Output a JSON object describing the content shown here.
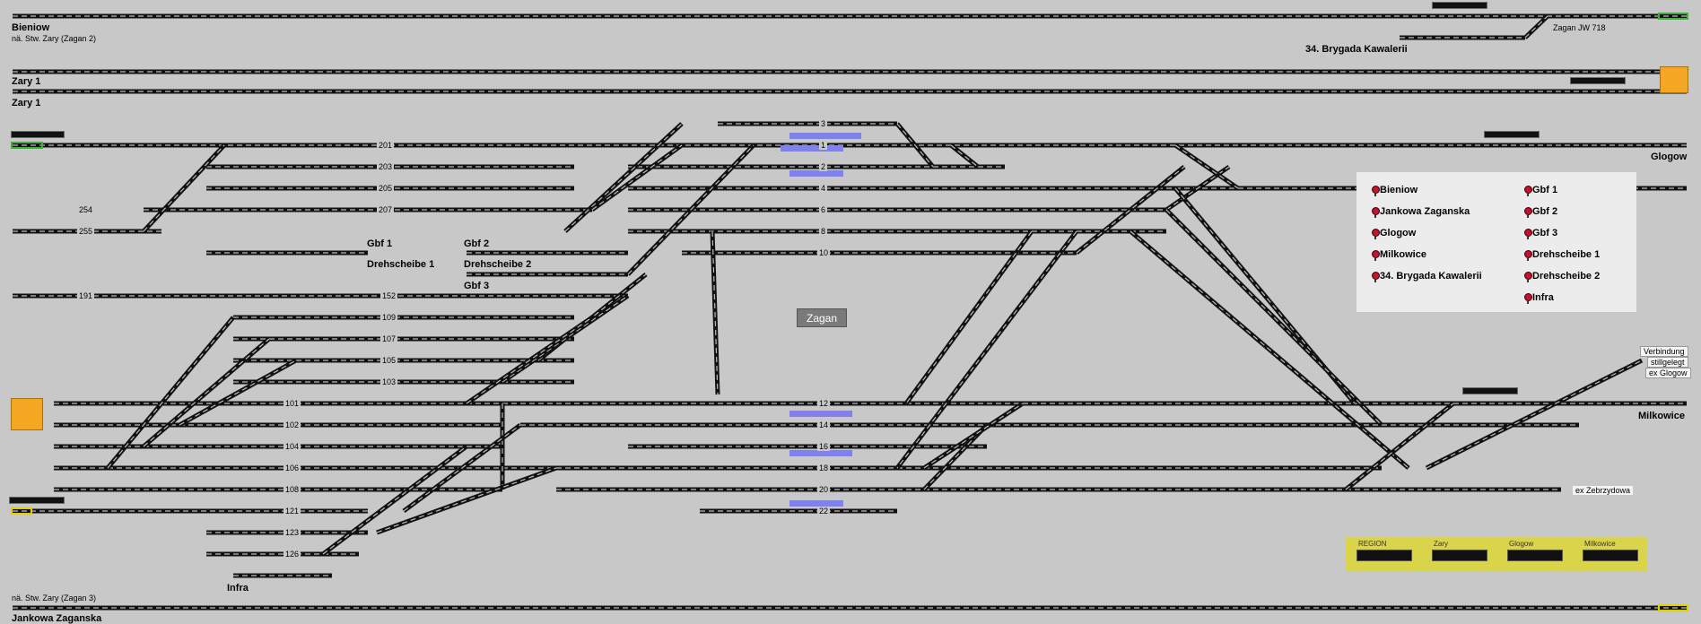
{
  "stations": {
    "bieniow": "Bieniow",
    "bieniow_sub": "nä. Stw. Zary (Zagan 2)",
    "brygada": "34. Brygada Kawalerii",
    "zagan_jw": "Zagan JW 718",
    "zary1_a": "Zary 1",
    "zary1_b": "Zary 1",
    "glogow": "Glogow",
    "gbf1": "Gbf 1",
    "drehscheibe1": "Drehscheibe 1",
    "gbf2": "Gbf 2",
    "drehscheibe2": "Drehscheibe 2",
    "gbf3": "Gbf 3",
    "zagan": "Zagan",
    "milkowice": "Milkowice",
    "ex_zebrzydowa": "ex Zebrzydowa",
    "infra": "Infra",
    "jankowa_sub": "nä. Stw. Zary (Zagan 3)",
    "jankowa": "Jankowa Zaganska"
  },
  "notes": {
    "verbindung": [
      "Verbindung",
      "stillgelegt",
      "ex Glogow"
    ]
  },
  "track_numbers": {
    "left": [
      "201",
      "203",
      "205",
      "207",
      "254",
      "255",
      "191",
      "152",
      "109",
      "107",
      "105",
      "103",
      "101",
      "102",
      "104",
      "106",
      "108",
      "121",
      "123",
      "126"
    ],
    "middle": [
      "3",
      "1",
      "2",
      "4",
      "6",
      "8",
      "10",
      "12",
      "14",
      "16",
      "18",
      "20",
      "22"
    ]
  },
  "legend": {
    "left": [
      "Bieniow",
      "Jankowa Zaganska",
      "Glogow",
      "Milkowice",
      "34. Brygada Kawalerii"
    ],
    "right": [
      "Gbf 1",
      "Gbf 2",
      "Gbf 3",
      "Drehscheibe 1",
      "Drehscheibe 2",
      "Infra"
    ]
  },
  "panel": {
    "captions": [
      "REGION",
      "Zary",
      "Glogow",
      "Milkowice"
    ]
  },
  "colors": {
    "background": "#c8c8c8",
    "track": "#111111",
    "signal_red": "#c8102e",
    "route_highlight": "#8080f0",
    "boundary_orange": "#f5a623",
    "panel_yellow": "#d9d44a"
  }
}
